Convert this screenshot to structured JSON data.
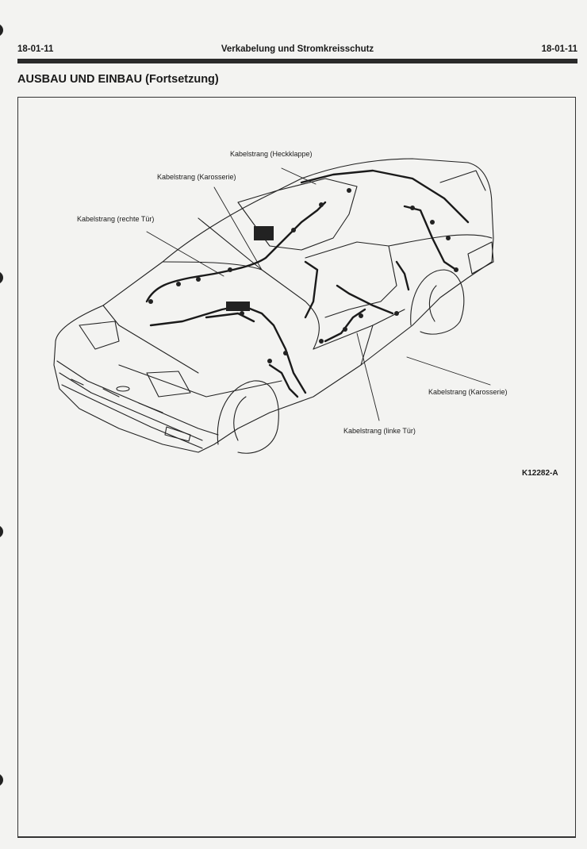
{
  "header": {
    "page_left": "18-01-11",
    "title": "Verkabelung und Stromkreisschutz",
    "page_right": "18-01-11"
  },
  "section_title": "AUSBAU UND EINBAU (Fortsetzung)",
  "figure": {
    "callouts": {
      "heckklappe": "Kabelstrang (Heckklappe)",
      "karosserie_top": "Kabelstrang (Karosserie)",
      "rechte_tuer": "Kabelstrang (rechte Tür)",
      "karosserie_right": "Kabelstrang (Karosserie)",
      "linke_tuer": "Kabelstrang (linke Tür)"
    },
    "figure_code": "K12282-A"
  }
}
